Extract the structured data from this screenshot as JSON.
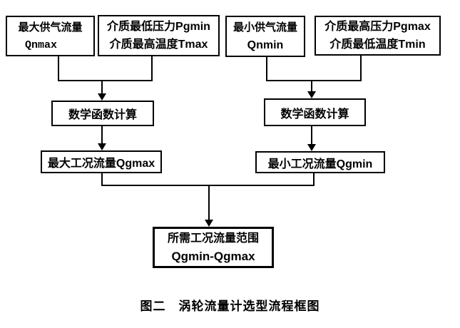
{
  "diagram": {
    "boxes": {
      "qnmax": {
        "line1": "最大供气流量",
        "line2": "Qnmax"
      },
      "media_min_p": {
        "line1": "介质最低压力Pgmin",
        "line2": "介质最高温度Tmax"
      },
      "qnmin": {
        "line1": "最小供气流量",
        "line2": "Qnmin"
      },
      "media_max_p": {
        "line1": "介质最高压力Pgmax",
        "line2": "介质最低温度Tmin"
      },
      "calc_left": {
        "label": "数学函数计算"
      },
      "calc_right": {
        "label": "数学函数计算"
      },
      "qgmax": {
        "label": "最大工况流量Qgmax"
      },
      "qgmin": {
        "label": "最小工况流量Qgmin"
      },
      "result": {
        "line1": "所需工况流量范围",
        "line2": "Qgmin-Qgmax"
      }
    },
    "caption": "图二　涡轮流量计选型流程框图",
    "colors": {
      "line": "#000000",
      "background": "#ffffff",
      "text": "#000000"
    }
  }
}
